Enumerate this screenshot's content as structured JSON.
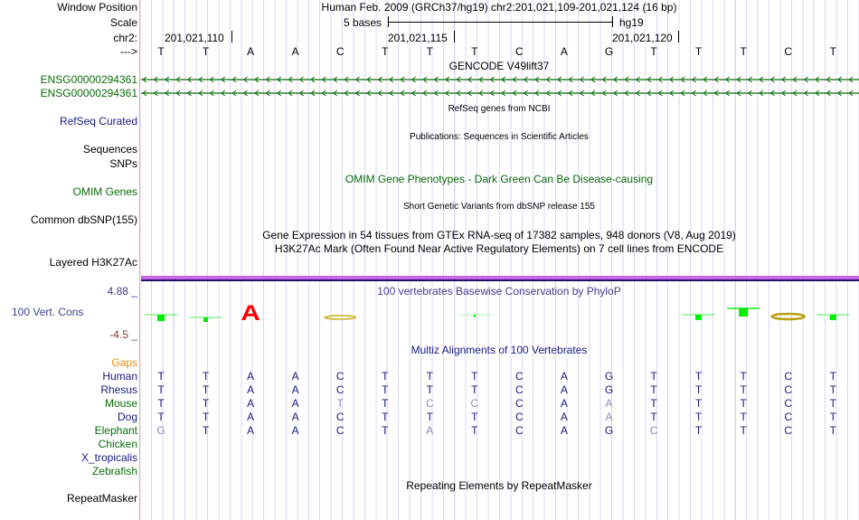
{
  "header": {
    "labels": {
      "window_position": "Window Position",
      "scale": "Scale",
      "chr": "chr2:",
      "strand": "--->"
    },
    "title": "Human Feb. 2009 (GRCh37/hg19)   chr2:201,021,109-201,021,124 (16 bp)",
    "scale_text": "5 bases",
    "assembly": "hg19",
    "positions": [
      "201,021,110",
      "201,021,115",
      "201,021,120"
    ]
  },
  "bases": [
    "T",
    "T",
    "A",
    "A",
    "C",
    "T",
    "T",
    "T",
    "C",
    "A",
    "G",
    "T",
    "T",
    "T",
    "C",
    "T"
  ],
  "tracks": {
    "gencode_title": "GENCODE V49lift37",
    "gencode_genes": [
      "ENSG00000294361",
      "ENSG00000294361"
    ],
    "refseq_label": "RefSeq Curated",
    "refseq_title": "RefSeq genes from NCBI",
    "sequences_label": "Sequences",
    "sequences_title": "Publications: Sequences in Scientific Articles",
    "snps_label": "SNPs",
    "omim_title": "OMIM Gene Phenotypes - Dark Green Can Be Disease-causing",
    "omim_label": "OMIM Genes",
    "dbsnp_title": "Short Genetic Variants from dbSNP release 155",
    "dbsnp_label": "Common dbSNP(155)",
    "gtex_title": "Gene Expression in 54 tissues from GTEx RNA-seq of 17382 samples, 948 donors (V8, Aug 2019)",
    "h3k_title": "H3K27Ac Mark (Often Found Near Active Regulatory Elements) on 7 cell lines from ENCODE",
    "h3k_label": "Layered H3K27Ac",
    "cons_max": "4.88 _",
    "cons_label": "100 Vert. Cons",
    "cons_min": "-4.5 _",
    "cons_title": "100 vertebrates Basewise Conservation by PhyloP",
    "multiz_title": "Multiz Alignments of 100 Vertebrates",
    "gaps_label": "Gaps",
    "repeat_title": "Repeating Elements by RepeatMasker",
    "repeat_label": "RepeatMasker"
  },
  "alignment": [
    {
      "species": "Human",
      "color": "navy",
      "seq": "TTAACTTTCAGTTTCT",
      "faded": []
    },
    {
      "species": "Rhesus",
      "color": "navy",
      "seq": "TTAACTTTCAGTTTCT",
      "faded": []
    },
    {
      "species": "Mouse",
      "color": "green",
      "seq": "TTAATTCCCAATTTCT",
      "faded": [
        4,
        6,
        7,
        10
      ]
    },
    {
      "species": "Dog",
      "color": "navy",
      "seq": "TTAACTTTCAATTTCT",
      "faded": [
        10
      ]
    },
    {
      "species": "Elephant",
      "color": "green",
      "seq": "GTAACTATCAGCTTCT",
      "faded": [
        0,
        6,
        11
      ]
    },
    {
      "species": "Chicken",
      "color": "green",
      "seq": "",
      "faded": []
    },
    {
      "species": "X_tropicalis",
      "color": "navy",
      "seq": "",
      "faded": []
    },
    {
      "species": "Zebrafish",
      "color": "green",
      "seq": "",
      "faded": []
    }
  ],
  "colors": {
    "gene": "#0a6b0a",
    "h3k_bar": "#c060e0",
    "cons_pos": "#00ee00",
    "cons_red": "#ff0000",
    "gaps": "#e8900e"
  }
}
